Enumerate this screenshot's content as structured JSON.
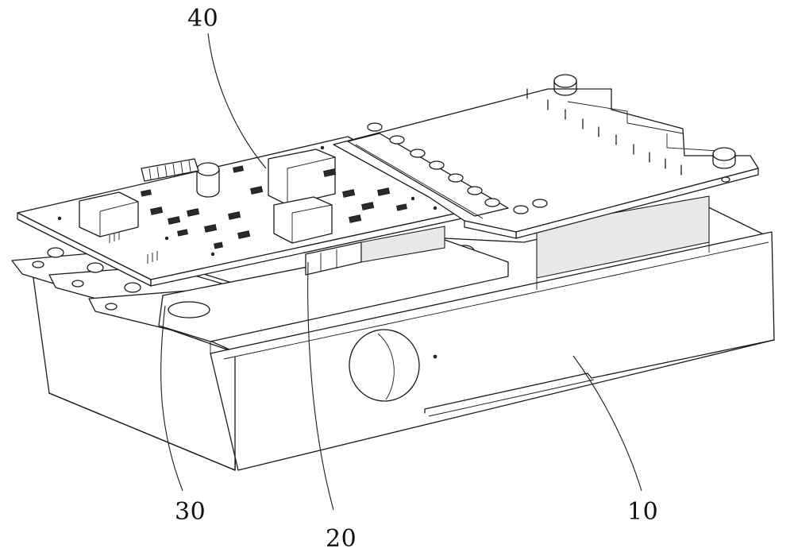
{
  "callouts": {
    "label_40": "40",
    "label_30": "30",
    "label_20": "20",
    "label_10": "10"
  },
  "colors": {
    "line": "#1a1a1a",
    "background": "#ffffff"
  }
}
